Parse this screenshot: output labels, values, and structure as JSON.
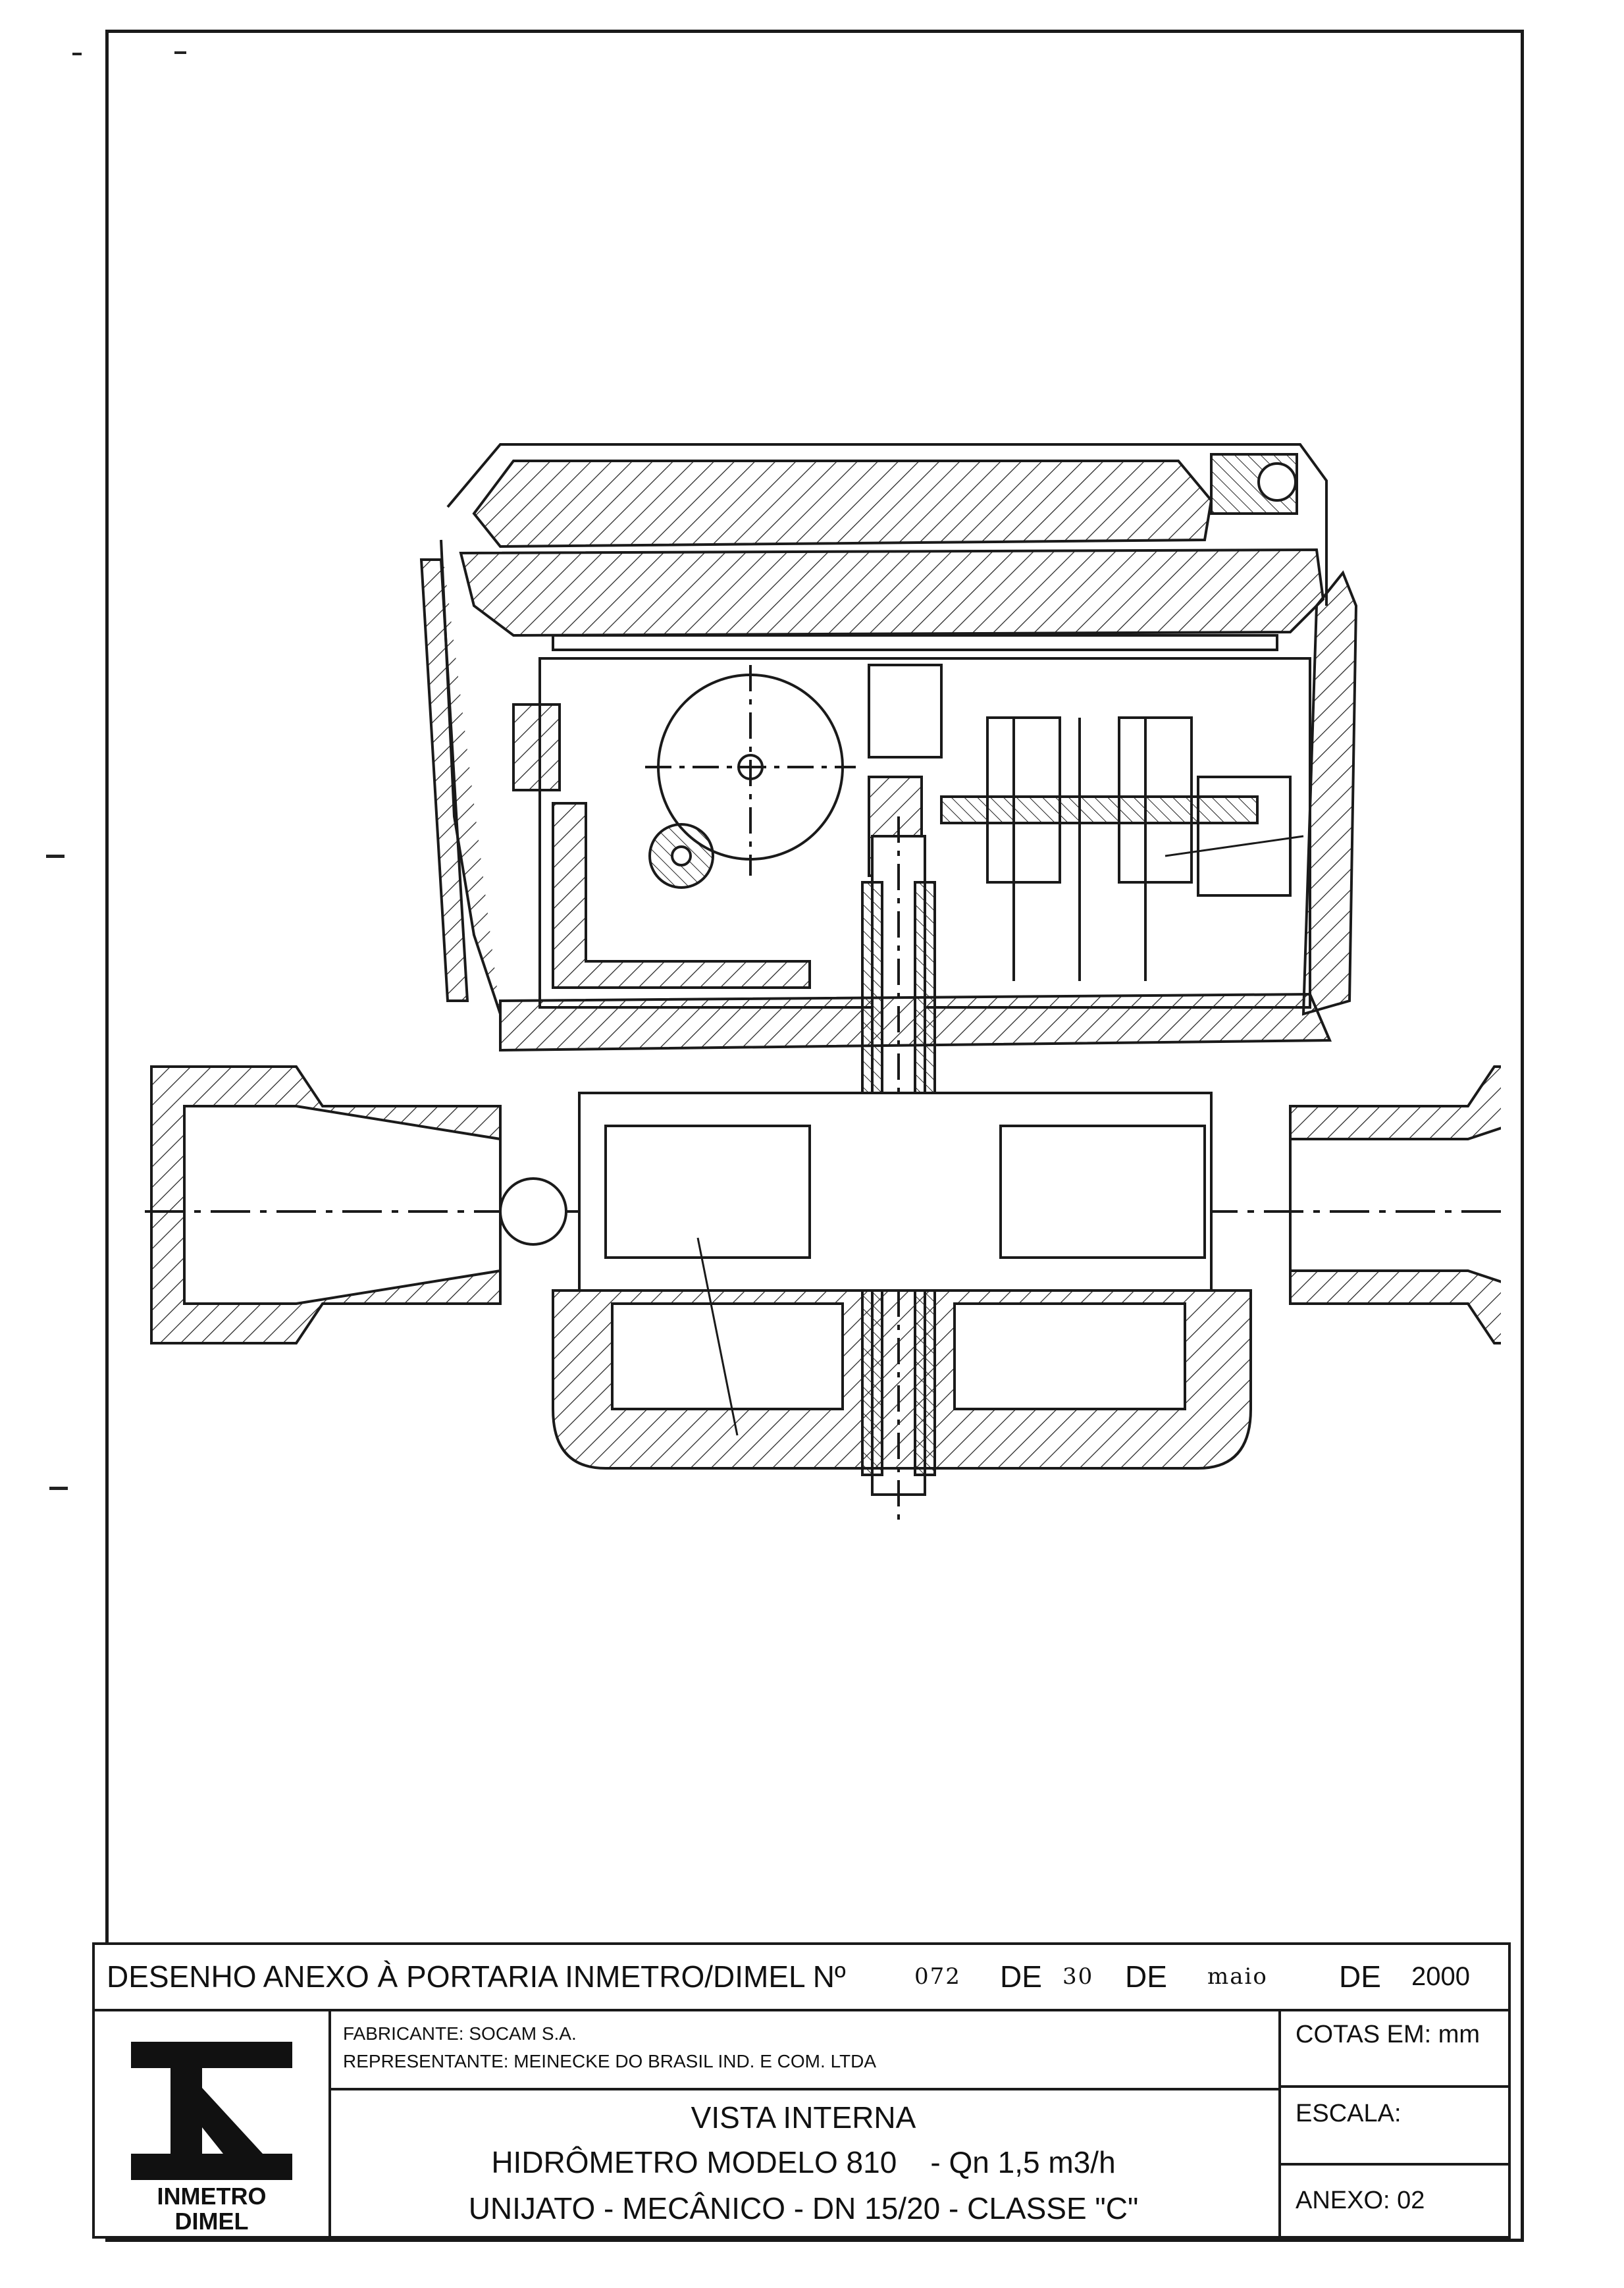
{
  "portaria_line": {
    "prefix": "DESENHO ANEXO À PORTARIA INMETRO/DIMEL Nº",
    "numero": "072",
    "de1": "DE",
    "dia": "30",
    "de2": "DE",
    "mes": "maio",
    "de3": "DE",
    "ano": "2000"
  },
  "fabricante": "FABRICANTE: SOCAM S.A.",
  "representante": "REPRESENTANTE: MEINECKE DO BRASIL IND. E COM. LTDA",
  "cotas": "COTAS EM: mm",
  "escala": "ESCALA:",
  "anexo": "ANEXO: 02",
  "title": {
    "line1": "VISTA INTERNA",
    "line2": "HIDRÔMETRO MODELO 810    - Qn 1,5 m3/h",
    "line3": "UNIJATO - MECÂNICO - DN 15/20 - CLASSE \"C\""
  },
  "logo": {
    "line1": "INMETRO",
    "line2": "DIMEL"
  }
}
